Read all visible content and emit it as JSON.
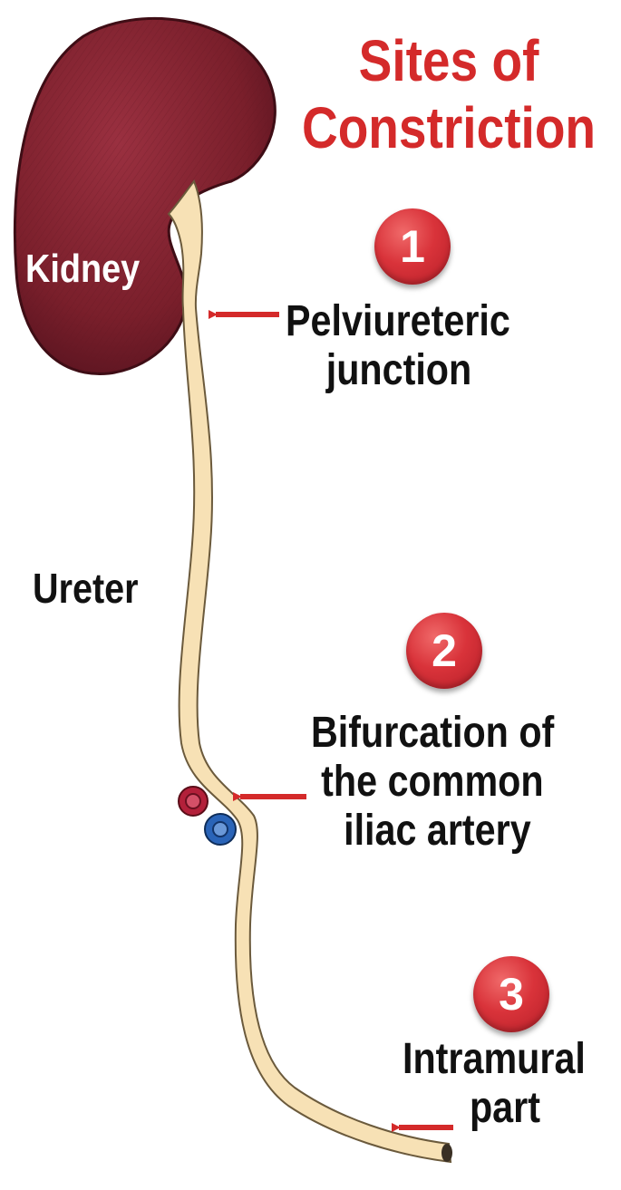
{
  "title_line1": "Sites of",
  "title_line2": "Constriction",
  "kidney_label": "Kidney",
  "ureter_label": "Ureter",
  "sites": [
    {
      "number": "1",
      "line1": "Pelviureteric",
      "line2": "junction"
    },
    {
      "number": "2",
      "line1": "Bifurcation of",
      "line2": "the common",
      "line3": "iliac artery"
    },
    {
      "number": "3",
      "line1": "Intramural",
      "line2": "part"
    }
  ],
  "colors": {
    "title": "#d42a2a",
    "kidney": "#7a1f2b",
    "ureter": "#f7e1b5",
    "arrow": "#d42a2a",
    "artery": "#b3203a",
    "vein": "#2a64b8"
  }
}
